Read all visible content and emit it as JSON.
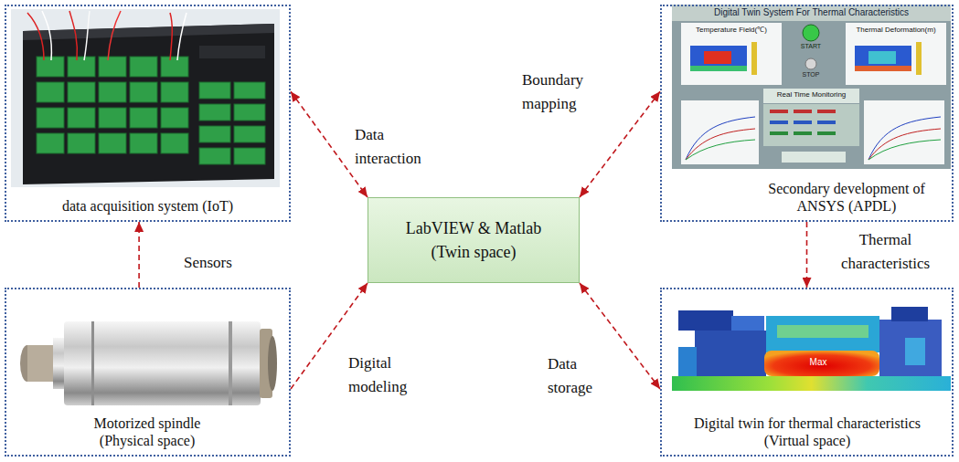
{
  "diagram": {
    "nodes": [
      {
        "text": [
          "data acquisition system (IoT)"
        ]
      },
      {
        "text": [
          "Secondary development of ANSYS (APDL)"
        ]
      },
      {
        "text": [
          "LabVIEW & Matlab (Twin space)"
        ]
      },
      {
        "text": [
          "Motorized spindle (Physical space)"
        ]
      },
      {
        "text": [
          "Digital twin for thermal characteristics (Virtual space)"
        ]
      }
    ],
    "edges": [
      {
        "from": 0,
        "to": 2,
        "arrow": "both",
        "label": "Data interaction"
      },
      {
        "from": 2,
        "to": 1,
        "arrow": "both",
        "label": "Boundary mapping"
      },
      {
        "from": 1,
        "to": 4,
        "arrow": "to",
        "label": "Thermal characteristics"
      },
      {
        "from": 3,
        "to": 0,
        "arrow": "to",
        "label": "Sensors"
      },
      {
        "from": 3,
        "to": 2,
        "arrow": "to",
        "label": "Digital modeling"
      },
      {
        "from": 2,
        "to": 4,
        "arrow": "both",
        "label": "Data storage"
      }
    ],
    "labels": [
      "Digital Twin System For Thermal Characteristics",
      "Temperature Field(℃)",
      "Thermal Deformation(m)",
      "START",
      "STOP",
      "Real Time Monitoring",
      "Max"
    ]
  }
}
